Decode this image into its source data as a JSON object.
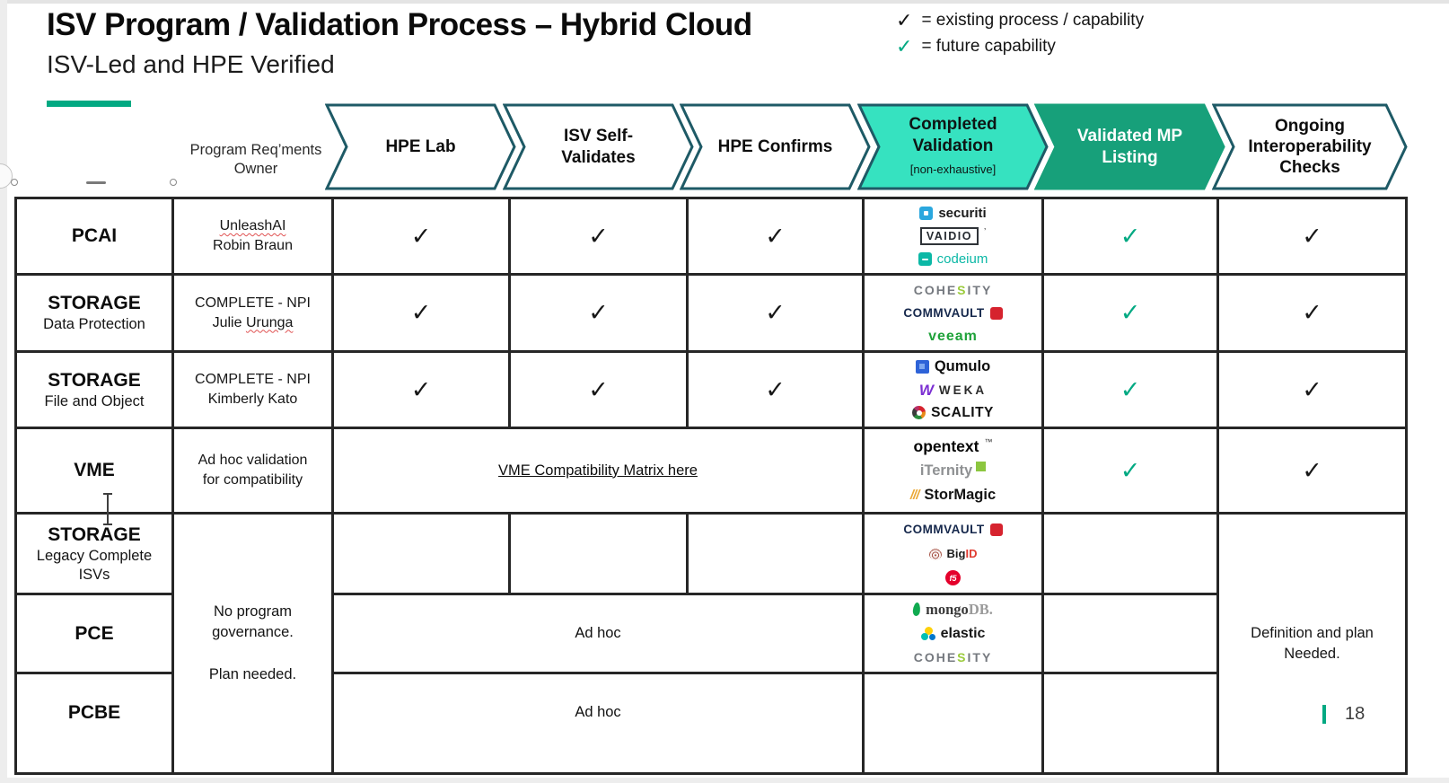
{
  "slide": {
    "title": "ISV Program / Validation Process – Hybrid Cloud",
    "subtitle": "ISV-Led and HPE Verified",
    "page_number": "18",
    "accent_color": "#01A982"
  },
  "legend": {
    "existing_glyph": "✓",
    "existing_label": "= existing process / capability",
    "existing_color": "#141414",
    "future_glyph": "✓",
    "future_label": "= future capability",
    "future_color": "#01A982"
  },
  "process_header": {
    "owner_line1": "Program Req’ments",
    "owner_line2": "Owner",
    "steps": [
      {
        "label": "HPE Lab",
        "fill": "#ffffff",
        "stroke": "#1e5a66",
        "text_color": "#0d0d0d"
      },
      {
        "label": "ISV Self-Validates",
        "fill": "#ffffff",
        "stroke": "#1e5a66",
        "text_color": "#0d0d0d"
      },
      {
        "label": "HPE Confirms",
        "fill": "#ffffff",
        "stroke": "#1e5a66",
        "text_color": "#0d0d0d"
      },
      {
        "label": "Completed Validation",
        "sublabel": "[non-exhaustive]",
        "fill": "#36E2C0",
        "stroke": "#1e5a66",
        "text_color": "#0e1514"
      },
      {
        "label": "Validated MP Listing",
        "fill": "#17A07A",
        "stroke": "#17A07A",
        "text_color": "#ffffff"
      },
      {
        "label": "Ongoing Interoperability Checks",
        "fill": "#ffffff",
        "stroke": "#1e5a66",
        "text_color": "#0d0d0d"
      }
    ]
  },
  "table": {
    "check_green_color": "#01A982",
    "rows": [
      {
        "category": "PCAI",
        "owner_line1": "UnleashAI",
        "owner_line2": "Robin Braun",
        "check_lab": "✓",
        "check_self": "✓",
        "check_confirms": "✓",
        "check_mp": "✓",
        "check_ongoing": "✓",
        "logos": {
          "securiti": "securiti",
          "vaidio": "VAIDIO",
          "vaidio_mark": "’",
          "codeium": "codeium"
        }
      },
      {
        "category": "STORAGE",
        "category_sub": "Data Protection",
        "owner_line1": "COMPLETE - NPI",
        "owner_line2_plain": "Julie ",
        "owner_line2_wavy": "Urunga",
        "check_lab": "✓",
        "check_self": "✓",
        "check_confirms": "✓",
        "check_mp": "✓",
        "check_ongoing": "✓",
        "logos": {
          "cohesity_c1": "COHE",
          "cohesity_accent": "S",
          "cohesity_c2": "ITY",
          "commvault": "COMMVAULT",
          "veeam": "veeam"
        }
      },
      {
        "category": "STORAGE",
        "category_sub": "File and Object",
        "owner_line1": "COMPLETE - NPI",
        "owner_line2": "Kimberly Kato",
        "check_lab": "✓",
        "check_self": "✓",
        "check_confirms": "✓",
        "check_mp": "✓",
        "check_ongoing": "✓",
        "logos": {
          "qumulo": "Qumulo",
          "weka": "WEKA",
          "scality": "SCALITY"
        }
      },
      {
        "category": "VME",
        "owner_line1": "Ad hoc validation",
        "owner_line2": "for compatibility",
        "link": "VME Compatibility Matrix here",
        "check_mp": "✓",
        "check_ongoing": "✓",
        "logos": {
          "opentext": "opentext",
          "opentext_mark": "™",
          "iternity": "iTernity",
          "stormagic": "StorMagic"
        }
      },
      {
        "category": "STORAGE",
        "category_sub": "Legacy Complete ISVs",
        "logos": {
          "commvault": "COMMVAULT",
          "bigid_prefix": "Big",
          "bigid_accent": "ID",
          "f5": "f5"
        }
      },
      {
        "category": "PCE",
        "adhoc": "Ad hoc",
        "logos": {
          "mongodb_prefix": "mongo",
          "mongodb_accent": "DB.",
          "elastic": "elastic",
          "cohesity_c1": "COHE",
          "cohesity_accent": "S",
          "cohesity_c2": "ITY"
        }
      },
      {
        "category": "PCBE",
        "adhoc": "Ad hoc"
      }
    ],
    "merged": {
      "no_governance_p1": "No program governance.",
      "no_governance_p2": "Plan needed.",
      "definition": "Definition and plan Needed."
    }
  }
}
